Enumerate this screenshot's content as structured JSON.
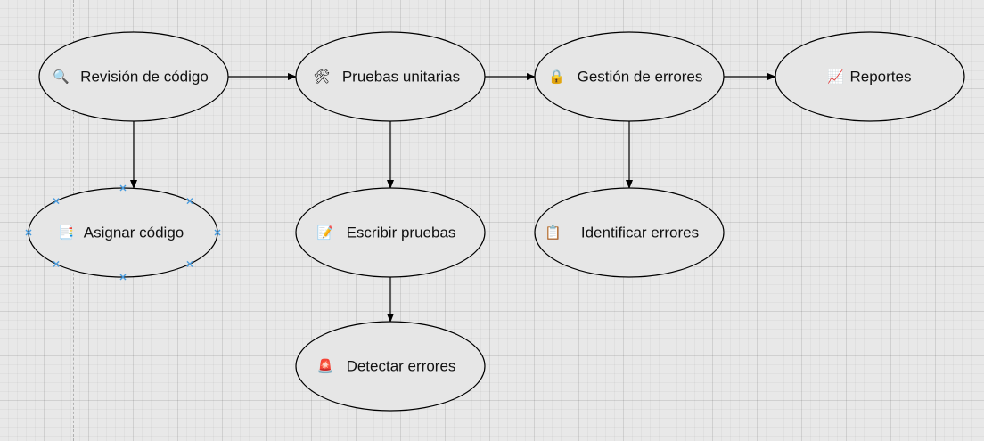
{
  "diagram": {
    "nodes": [
      {
        "id": "revision",
        "icon": "🔍",
        "icon_name": "magnifier-icon",
        "label": "Revisión de código"
      },
      {
        "id": "pruebas",
        "icon": "🛠",
        "icon_name": "tools-icon",
        "label": "Pruebas unitarias"
      },
      {
        "id": "gestion",
        "icon": "🔒",
        "icon_name": "lock-icon",
        "label": "Gestión de errores"
      },
      {
        "id": "reportes",
        "icon": "📈",
        "icon_name": "chart-icon",
        "label": "Reportes"
      },
      {
        "id": "asignar",
        "icon": "📑",
        "icon_name": "document-icon",
        "label": "Asignar código",
        "selected": true
      },
      {
        "id": "escribir",
        "icon": "📝",
        "icon_name": "memo-icon",
        "label": "Escribir pruebas"
      },
      {
        "id": "identificar",
        "icon": "📋",
        "icon_name": "clipboard-icon",
        "label": "Identificar errores"
      },
      {
        "id": "detectar",
        "icon": "🚨",
        "icon_name": "siren-icon",
        "label": "Detectar errores"
      }
    ],
    "edges": [
      {
        "from": "revision",
        "to": "pruebas"
      },
      {
        "from": "pruebas",
        "to": "gestion"
      },
      {
        "from": "gestion",
        "to": "reportes"
      },
      {
        "from": "revision",
        "to": "asignar"
      },
      {
        "from": "pruebas",
        "to": "escribir"
      },
      {
        "from": "gestion",
        "to": "identificar"
      },
      {
        "from": "escribir",
        "to": "detectar"
      }
    ],
    "colors": {
      "node_fill": "#e6e6e6",
      "stroke": "#000000",
      "selection_handle": "#4a9de0",
      "background": "#e8e8e8"
    }
  }
}
